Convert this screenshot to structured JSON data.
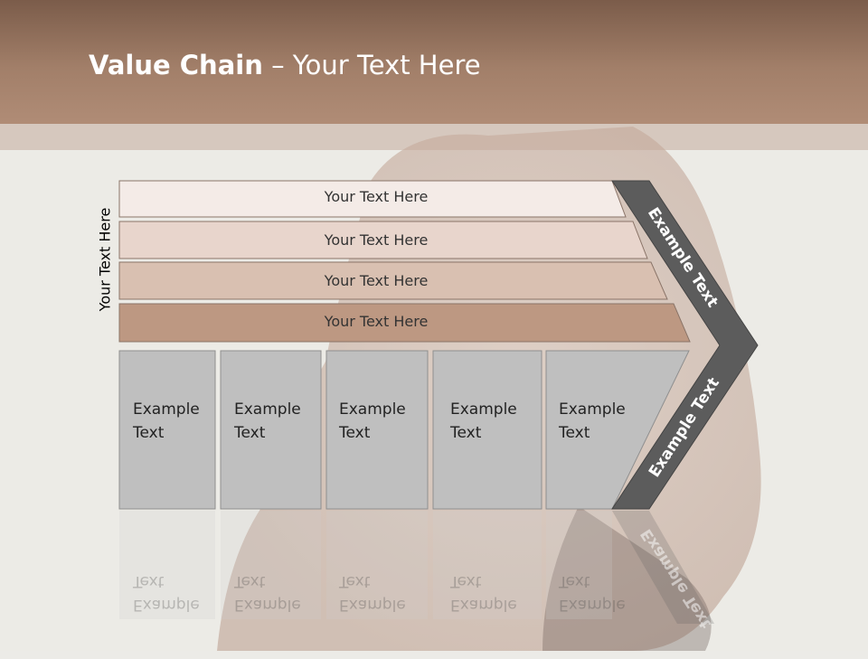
{
  "slide": {
    "title_bold": "Value Chain",
    "title_rest": " – Your Text Here"
  },
  "value_chain": {
    "side_label": "Your Text Here",
    "bars": [
      {
        "label": "Your Text Here",
        "color": "#f4ebe7"
      },
      {
        "label": "Your Text Here",
        "color": "#e8d5cc"
      },
      {
        "label": "Your Text Here",
        "color": "#d9c0b1"
      },
      {
        "label": "Your Text Here",
        "color": "#bd9882"
      }
    ],
    "columns": [
      {
        "line1": "Example",
        "line2": "Text"
      },
      {
        "line1": "Example",
        "line2": "Text"
      },
      {
        "line1": "Example",
        "line2": "Text"
      },
      {
        "line1": "Example",
        "line2": "Text"
      },
      {
        "line1": "Example",
        "line2": "Text"
      }
    ],
    "arrow_upper": "Example Text",
    "arrow_lower": "Example Text",
    "colors": {
      "column_fill": "#bfbfbf",
      "arrow_fill": "#5c5c5c",
      "header": "#a27f69"
    }
  }
}
